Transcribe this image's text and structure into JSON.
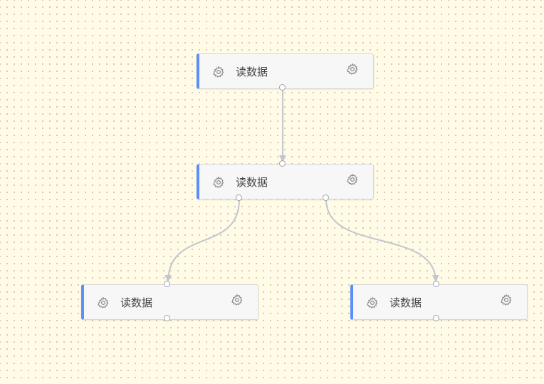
{
  "nodes": [
    {
      "id": "n1",
      "label": "读数据",
      "left_icon": "gear-icon",
      "right_icon": "gear-icon"
    },
    {
      "id": "n2",
      "label": "读数据",
      "left_icon": "gear-icon",
      "right_icon": "gear-icon"
    },
    {
      "id": "n3",
      "label": "读数据",
      "left_icon": "gear-icon",
      "right_icon": "gear-icon"
    },
    {
      "id": "n4",
      "label": "读数据",
      "left_icon": "gear-icon",
      "right_icon": "gear-icon"
    }
  ],
  "edges": [
    {
      "from": "n1",
      "to": "n2"
    },
    {
      "from": "n2",
      "to": "n3"
    },
    {
      "from": "n2",
      "to": "n4"
    }
  ],
  "colors": {
    "background": "#fffbe6",
    "node_accent": "#5b8ff9",
    "edge": "#c2c6ce"
  }
}
